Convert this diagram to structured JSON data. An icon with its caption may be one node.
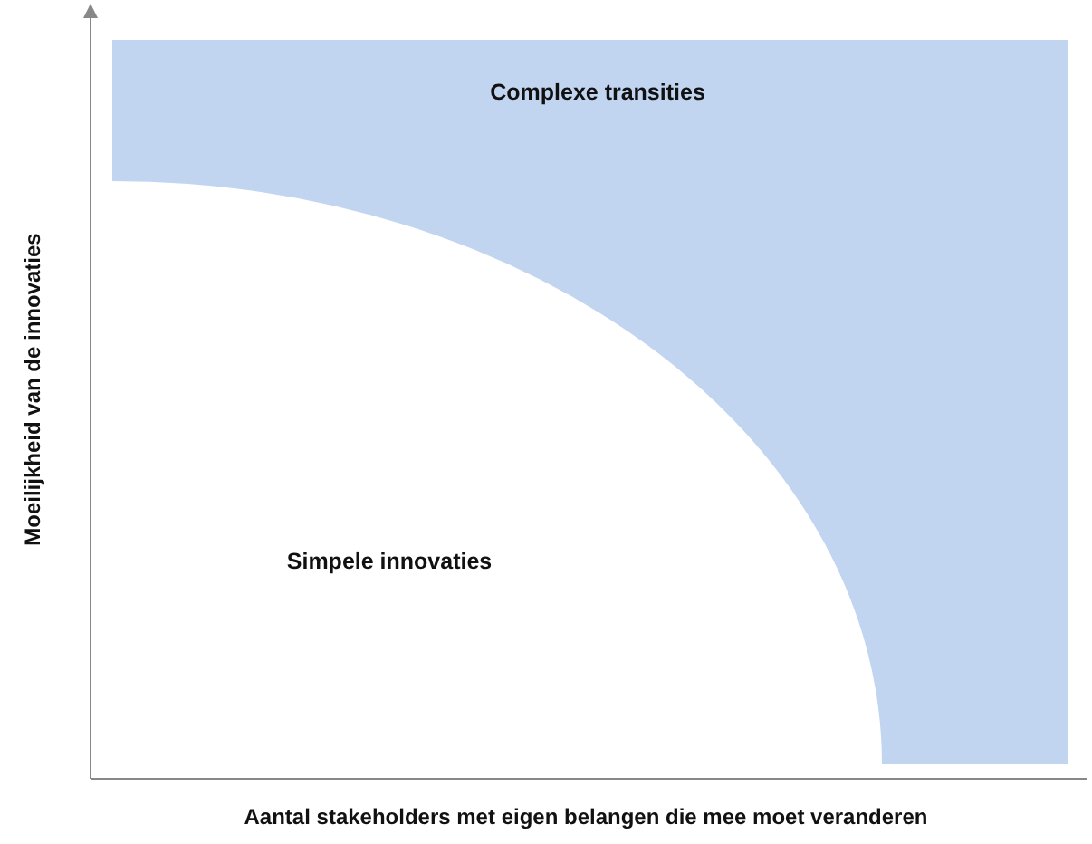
{
  "diagram": {
    "nodes": [
      {
        "text": [
          "Complexe transities"
        ]
      },
      {
        "text": [
          "Simpele innovaties"
        ]
      }
    ],
    "labels": [
      "Moeilijkheid van de innovaties",
      "Aantal stakeholders met eigen belangen die mee moet veranderen"
    ]
  }
}
